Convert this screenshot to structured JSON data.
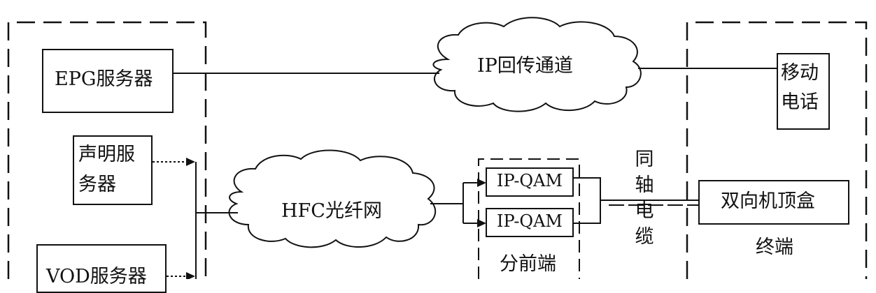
{
  "nodes": {
    "epg_server": "EPG服务器",
    "statement_server": "声明服务器",
    "vod_server": "VOD服务器",
    "ip_channel": "IP回传通道",
    "hfc_network": "HFC光纤网",
    "ipqam_1": "IP-QAM",
    "ipqam_2": "IP-QAM",
    "sub_headend": "分前端",
    "coax_cable": [
      "同",
      "轴",
      "电",
      "缆"
    ],
    "mobile_phone": "移动电话",
    "settop_box": "双向机顶盒",
    "terminal": "终端"
  }
}
